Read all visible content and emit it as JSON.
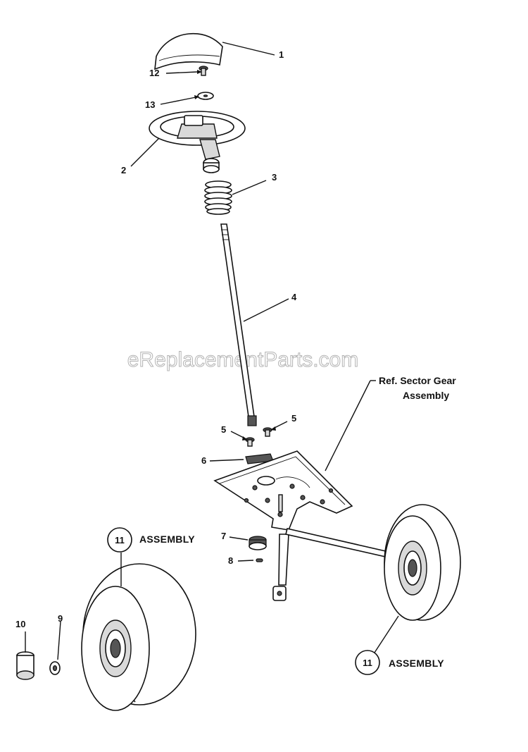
{
  "watermark": "eReplacementParts.com",
  "callouts": {
    "p1": "1",
    "p2": "2",
    "p3": "3",
    "p4": "4",
    "p5a": "5",
    "p5b": "5",
    "p6": "6",
    "p7": "7",
    "p8": "8",
    "p9": "9",
    "p10": "10",
    "p11a": "11",
    "p11b": "11",
    "p12": "12",
    "p13": "13"
  },
  "assembly_labels": {
    "left": "ASSEMBLY",
    "right": "ASSEMBLY"
  },
  "reference": {
    "line1": "Ref. Sector Gear",
    "line2": "Assembly"
  }
}
